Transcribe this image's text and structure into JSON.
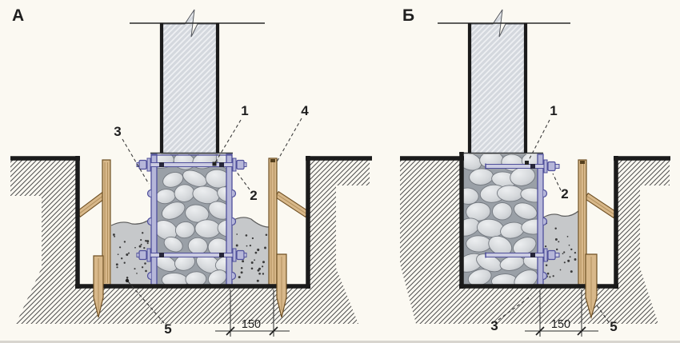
{
  "figure": {
    "variant_a_label": "А",
    "variant_b_label": "Б",
    "dimension_label": "150",
    "callouts_a": [
      "1",
      "2",
      "3",
      "4",
      "5"
    ],
    "callouts_b": [
      "1",
      "2",
      "3",
      "5"
    ]
  },
  "colors": {
    "background": "#fbf9f2",
    "outline": "#1b1b1b",
    "thin_line": "#2a2a2a",
    "soil_hatch": "#4e4e4e",
    "wall_fill": "#d4d8de",
    "wall_hatch": "#eef0f3",
    "wall_edge": "#1b1b1b",
    "masonry_bg": "#9aa0a7",
    "stone_stroke": "#73787f",
    "stone_light": "#eceef0",
    "stone_mid": "#d5d8db",
    "stone_dark": "#b8bcc2",
    "formwork_stroke": "#4f4f9b",
    "formwork_fill": "#b6b7d9",
    "rod_fill": "#cccde2",
    "pin_dark": "#26263a",
    "wood_fill": "#d8b88a",
    "wood_stroke": "#6f5024",
    "wood_grain": "#b2905e",
    "wood_end": "#55401e",
    "concrete_fill": "#c6c8ca",
    "concrete_edge": "#5a5a5a",
    "dot": "#3a3a3a",
    "text": "#1f1f1f",
    "leader": "#3c3c3c",
    "bottom_strip": "#d8d5cf"
  }
}
